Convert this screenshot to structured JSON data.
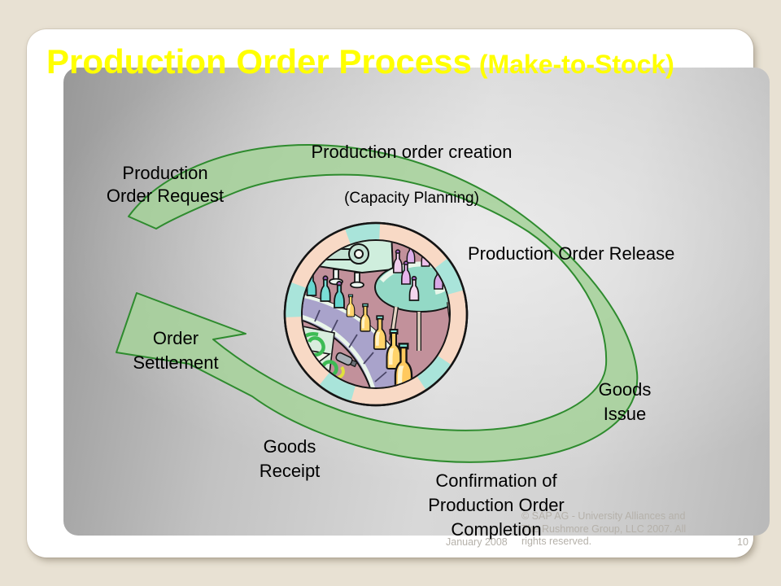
{
  "title": {
    "main": "Production Order Process",
    "qualifier": "(Make-to-Stock)"
  },
  "diagram": {
    "type": "cycle",
    "direction": "clockwise",
    "illustration": "production-line-clipart",
    "steps": {
      "creation_line1": "Production order creation",
      "creation_line2": "(Capacity Planning)",
      "release": "Production Order Release",
      "goods_issue": "Goods\nIssue",
      "confirmation": "Confirmation of\nProduction Order\nCompletion",
      "goods_receipt": "Goods\nReceipt",
      "settlement": "Order\nSettlement",
      "request": "Production\nOrder Request"
    }
  },
  "footer": {
    "date": "January 2008",
    "copyright": "© SAP AG - University Alliances and\nThe Rushmore Group, LLC 2007. All\nrights reserved.",
    "page_number": "10"
  },
  "colors": {
    "title_text": "#FFFF00",
    "slide_bg": "#FFFFFF",
    "page_bg": "#E8E1D3",
    "panel_gray": "#C6C6C6",
    "arrow_fill": "#A6D19B",
    "arrow_stroke": "#2E8B2E",
    "label_text": "#000000",
    "footer_text": "#B5B1AA",
    "ring_peach": "#F8D9C5",
    "ring_teal": "#A9E4DA",
    "interior_mauve": "#C2919B",
    "conveyor_lavender": "#A9A3CB",
    "bottle_amber": "#FFD36B",
    "bottle_pink": "#EEC4EC"
  }
}
